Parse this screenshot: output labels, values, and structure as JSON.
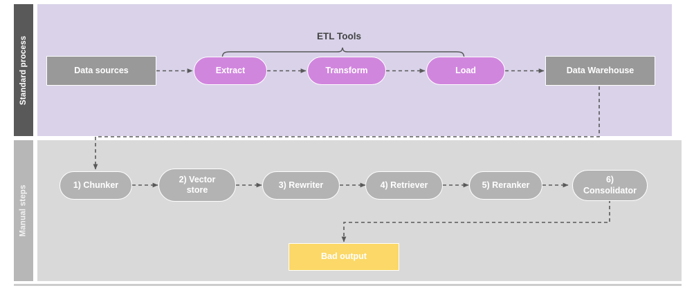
{
  "diagram": {
    "title_hidden": "",
    "lanes": [
      {
        "id": "standard",
        "label": "Standard process",
        "band_color": "#D9D2E9",
        "tab_color": "#595959"
      },
      {
        "id": "manual",
        "label": "Manual steps",
        "band_color": "#D9D9D9",
        "tab_color": "#B7B7B7"
      }
    ],
    "annotations": [
      {
        "id": "etl-bracket",
        "label": "ETL Tools",
        "spans": [
          "Extract",
          "Transform",
          "Load"
        ]
      }
    ],
    "standard_process": {
      "source": {
        "label": "Data sources",
        "shape": "rect",
        "color": "#999999"
      },
      "etl_steps": [
        {
          "label": "Extract",
          "shape": "pill",
          "color": "#D186DE"
        },
        {
          "label": "Transform",
          "shape": "pill",
          "color": "#D186DE"
        },
        {
          "label": "Load",
          "shape": "pill",
          "color": "#D186DE"
        }
      ],
      "sink": {
        "label": "Data Warehouse",
        "shape": "rect",
        "color": "#999999"
      }
    },
    "manual_steps": {
      "steps": [
        {
          "label": "1) Chunker",
          "shape": "pill",
          "color": "#B3B3B3"
        },
        {
          "label": "2) Vector store",
          "shape": "pill",
          "color": "#B3B3B3"
        },
        {
          "label": "3) Rewriter",
          "shape": "pill",
          "color": "#B3B3B3"
        },
        {
          "label": "4) Retriever",
          "shape": "pill",
          "color": "#B3B3B3"
        },
        {
          "label": "5) Reranker",
          "shape": "pill",
          "color": "#B3B3B3"
        },
        {
          "label": "6) Consolidator",
          "shape": "pill",
          "color": "#B3B3B3"
        }
      ],
      "outcome": {
        "label": "Bad output",
        "shape": "rect",
        "color": "#FBD867"
      }
    },
    "edges": [
      {
        "from": "Data sources",
        "to": "Extract",
        "style": "dashed"
      },
      {
        "from": "Extract",
        "to": "Transform",
        "style": "dashed"
      },
      {
        "from": "Transform",
        "to": "Load",
        "style": "dashed"
      },
      {
        "from": "Load",
        "to": "Data Warehouse",
        "style": "dashed"
      },
      {
        "from": "Data Warehouse",
        "to": "1) Chunker",
        "style": "dashed"
      },
      {
        "from": "1) Chunker",
        "to": "2) Vector store",
        "style": "dashed"
      },
      {
        "from": "2) Vector store",
        "to": "3) Rewriter",
        "style": "dashed"
      },
      {
        "from": "3) Rewriter",
        "to": "4) Retriever",
        "style": "dashed"
      },
      {
        "from": "4) Retriever",
        "to": "5) Reranker",
        "style": "dashed"
      },
      {
        "from": "5) Reranker",
        "to": "6) Consolidator",
        "style": "dashed"
      },
      {
        "from": "6) Consolidator",
        "to": "Bad output",
        "style": "dashed"
      }
    ],
    "colors": {
      "edge": "#595959",
      "bracket": "#595959",
      "node_border": "#FFFFFF",
      "divider": "#CCCCCC"
    }
  }
}
